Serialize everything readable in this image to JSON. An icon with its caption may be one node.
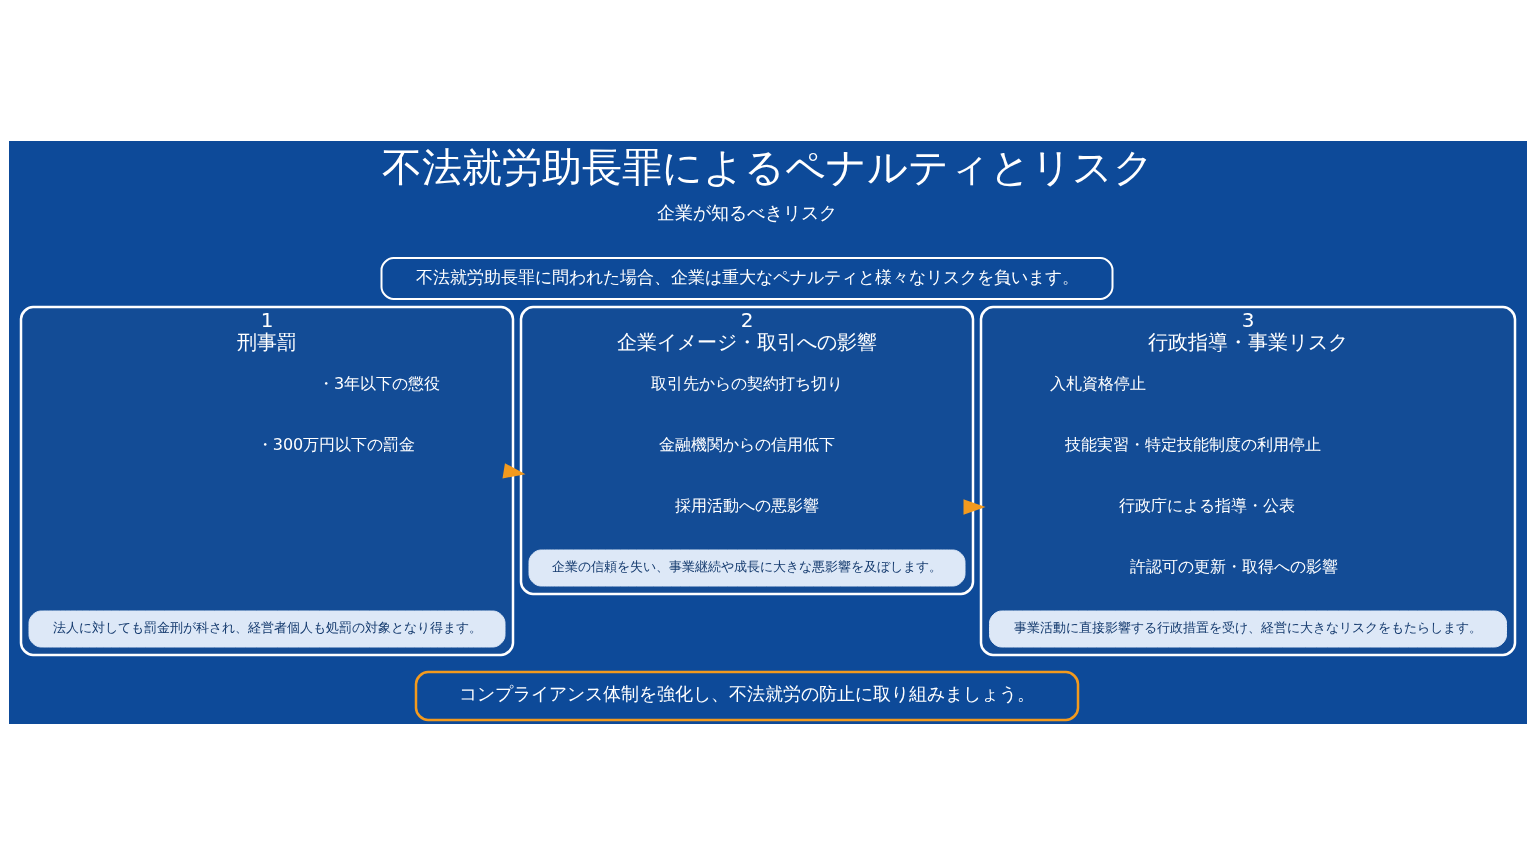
{
  "diagram": {
    "title": "不法就労助長罪によるペナルティとリスク",
    "nodes": [
      {
        "text": [
          "不法就労助長罪に問われた場合、企業は重大なペナルティと様々なリスクを負います。"
        ]
      },
      {
        "text": [
          "1",
          "刑事罰"
        ]
      },
      {
        "text": [
          "・3年以下の懲役"
        ],
        "in": 1
      },
      {
        "text": [
          "・300万円以下の罰金"
        ],
        "in": 1
      },
      {
        "text": [
          "法人に対しても罰金刑が科され、経営者個人も処罰の対象となり得ます。"
        ],
        "in": 1
      },
      {
        "text": [
          "2",
          "企業イメージ・取引への影響"
        ]
      },
      {
        "text": [
          "取引先からの契約打ち切り"
        ],
        "in": 5
      },
      {
        "text": [
          "金融機関からの信用低下"
        ],
        "in": 5
      },
      {
        "text": [
          "採用活動への悪影響"
        ],
        "in": 5
      },
      {
        "text": [
          "企業の信頼を失い、事業継続や成長に大きな悪影響を及ぼします。"
        ],
        "in": 5
      },
      {
        "text": [
          "3",
          "行政指導・事業リスク"
        ]
      },
      {
        "text": [
          "入札資格停止"
        ],
        "in": 10
      },
      {
        "text": [
          "技能実習・特定技能制度の利用停止"
        ],
        "in": 10
      },
      {
        "text": [
          "行政庁による指導・公表"
        ],
        "in": 10
      },
      {
        "text": [
          "許認可の更新・取得への影響"
        ],
        "in": 10
      },
      {
        "text": [
          "事業活動に直接影響する行政措置を受け、経営に大きなリスクをもたらします。"
        ],
        "in": 10
      },
      {
        "text": [
          "コンプライアンス体制を強化し、不法就労の防止に取り組みましょう。"
        ]
      }
    ],
    "edges": [
      {
        "from": 1,
        "to": 5,
        "arrow": "to"
      },
      {
        "from": 5,
        "to": 10,
        "arrow": "to"
      }
    ],
    "labels": [
      "企業が知るべきリスク"
    ]
  }
}
